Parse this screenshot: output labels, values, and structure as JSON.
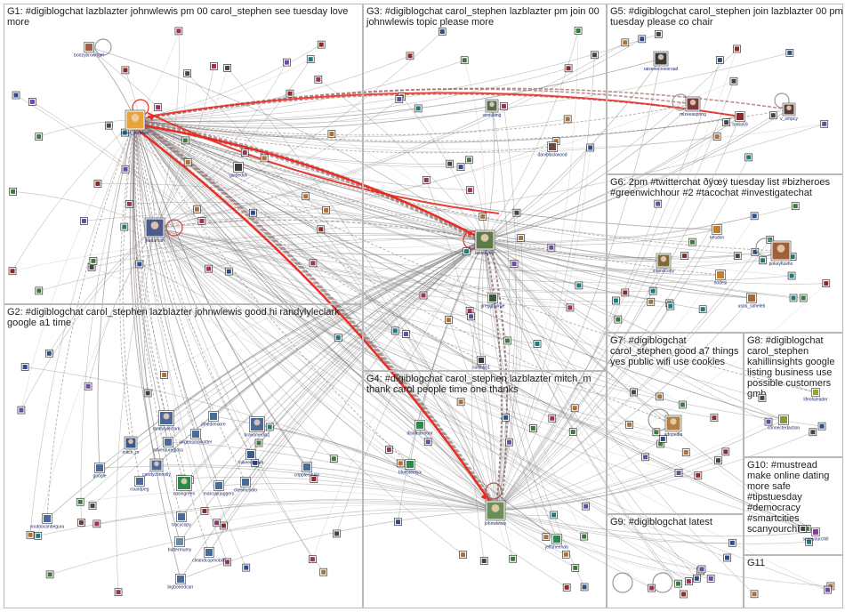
{
  "groups": [
    {
      "id": "G1",
      "label": "G1: #digiblogchat lazblazter johnwlewis pm 00 carol_stephen see tuesday love more"
    },
    {
      "id": "G2",
      "label": "G2: #digiblogchat carol_stephen lazblazter johnwlewis good hi randylyleclark google a1 time"
    },
    {
      "id": "G3",
      "label": "G3: #digiblogchat carol_stephen lazblazter pm join 00 johnwlewis topic please more"
    },
    {
      "id": "G4",
      "label": "G4: #digiblogchat carol_stephen lazblazter mitch_m thank carol people time one thanks"
    },
    {
      "id": "G5",
      "label": "G5: #digiblogchat carol_stephen join lazblazter 00 pm tuesday please co chair"
    },
    {
      "id": "G6",
      "label": "G6: 2pm #twitterchat ðÿœÿ tuesday list #bizheroes #greenwichhour #2 #tacochat #investigatechat"
    },
    {
      "id": "G7",
      "label": "G7: #digiblogchat carol_stephen good a7 things yes public wifi use cookies"
    },
    {
      "id": "G8",
      "label": "G8: #digiblogchat carol_stephen kahillinsights google listing business use possible customers gmb"
    },
    {
      "id": "G9",
      "label": "G9: #digiblogchat latest"
    },
    {
      "id": "G10",
      "label": "G10: #mustread make online dating more safe #tipstuesday #democracy #smartcities scanyourchill"
    },
    {
      "id": "G11",
      "label": "G11"
    }
  ],
  "nodes": [
    {
      "id": "carol_stephen",
      "label": "carol_stephen",
      "color": "#e8a33a"
    },
    {
      "id": "lazblazter",
      "label": "lazblazter",
      "color": "#5d7a4a"
    },
    {
      "id": "johnwlewis",
      "label": "johnwlewis",
      "color": "#6c8f5a"
    },
    {
      "id": "jkattaman",
      "label": "jkattaman",
      "color": "#4a5a8a"
    },
    {
      "id": "boozybrowngirl",
      "label": "boozybrowngirl",
      "color": "#a06040"
    },
    {
      "id": "guidedvk",
      "label": "guidedvk",
      "color": "#3c3c3c"
    },
    {
      "id": "vinsulting",
      "label": "vinsulting",
      "color": "#5a6a50"
    },
    {
      "id": "daniblackwood",
      "label": "daniblackwood",
      "color": "#6a4a3a"
    },
    {
      "id": "greggthorpe",
      "label": "greggthorpe",
      "color": "#3a5a3a"
    },
    {
      "id": "suitlbs61",
      "label": "suitlbs61",
      "color": "#3a3a3a"
    },
    {
      "id": "raisenecroesroad",
      "label": "raisenecroesroad",
      "color": "#3a3a3a"
    },
    {
      "id": "mizeeaspring",
      "label": "mizeeaspring",
      "color": "#7a3a3a"
    },
    {
      "id": "tonlis69",
      "label": "tonlis69",
      "color": "#8a2a2a"
    },
    {
      "id": "v_smpcy",
      "label": "v_smpcy",
      "color": "#5a3a3a"
    },
    {
      "id": "inlandcopy",
      "label": "inlandcopy",
      "color": "#7a6a3a"
    },
    {
      "id": "pokeyfuwho",
      "label": "pokeyfuwho",
      "color": "#a0603a"
    },
    {
      "id": "nesdon",
      "label": "nesdon",
      "color": "#c08030"
    },
    {
      "id": "nodesi",
      "label": "nodesi",
      "color": "#c08030"
    },
    {
      "id": "usnu_simeleb",
      "label": "usnu_simeleb",
      "color": "#a06a3a"
    },
    {
      "id": "adopedia",
      "label": "adopedia",
      "color": "#b08040"
    },
    {
      "id": "connectedaction",
      "label": "connectedaction",
      "color": "#8a9a3a"
    },
    {
      "id": "lifeofaleader",
      "label": "lifeofaleader",
      "color": "#9aa030"
    },
    {
      "id": "scanyourchill",
      "label": "scanyourchill",
      "color": "#8a3a9a"
    },
    {
      "id": "randylyleclark",
      "label": "randylyleclark",
      "color": "#4a6a9a"
    },
    {
      "id": "jimedimoore",
      "label": "jimedimoore",
      "color": "#4a6a9a"
    },
    {
      "id": "jorgensmolkotter",
      "label": "jorgensmolkotter",
      "color": "#4a6a9a"
    },
    {
      "id": "bravomedia1",
      "label": "bravomedia1",
      "color": "#4a6a9a"
    },
    {
      "id": "mitch_m",
      "label": "mitch_m",
      "color": "#3a5a8a"
    },
    {
      "id": "adventureglass",
      "label": "adventureglass",
      "color": "#4a6a9a"
    },
    {
      "id": "mikeenbaum",
      "label": "mikeenbaum",
      "color": "#3a5a8a"
    },
    {
      "id": "candyconnolly",
      "label": "candyconnolly",
      "color": "#4a6a9a"
    },
    {
      "id": "roundpeg",
      "label": "roundpeg",
      "color": "#4a6a9a"
    },
    {
      "id": "google",
      "label": "google",
      "color": "#4a6a9a"
    },
    {
      "id": "casingreen",
      "label": "casingreen",
      "color": "#2a8a4a"
    },
    {
      "id": "marcusrjaggers",
      "label": "marcusrjaggers",
      "color": "#4a6a9a"
    },
    {
      "id": "ckevincoolo",
      "label": "ckevincoolo",
      "color": "#4a6a9a"
    },
    {
      "id": "cripplerchain",
      "label": "cripplerchain",
      "color": "#4a6a9a"
    },
    {
      "id": "tracycopy",
      "label": "tracycopy",
      "color": "#4a6a9a"
    },
    {
      "id": "buttermumy",
      "label": "buttermumy",
      "color": "#6a8aaa"
    },
    {
      "id": "cleandcopmobile",
      "label": "cleandcopmobile",
      "color": "#4a6a9a"
    },
    {
      "id": "bigbonedcarr",
      "label": "bigbonedcarr",
      "color": "#4a6a9a"
    },
    {
      "id": "youtoocanbeguru",
      "label": "youtoocanbeguru",
      "color": "#4a6a9a"
    },
    {
      "id": "disidearmoor",
      "label": "disidearmoor",
      "color": "#2a8a4a"
    },
    {
      "id": "bluesteelsix",
      "label": "bluesteelsix",
      "color": "#2a8a4a"
    },
    {
      "id": "jeffsheehan",
      "label": "jeffsheehan",
      "color": "#2a8a4a"
    }
  ]
}
